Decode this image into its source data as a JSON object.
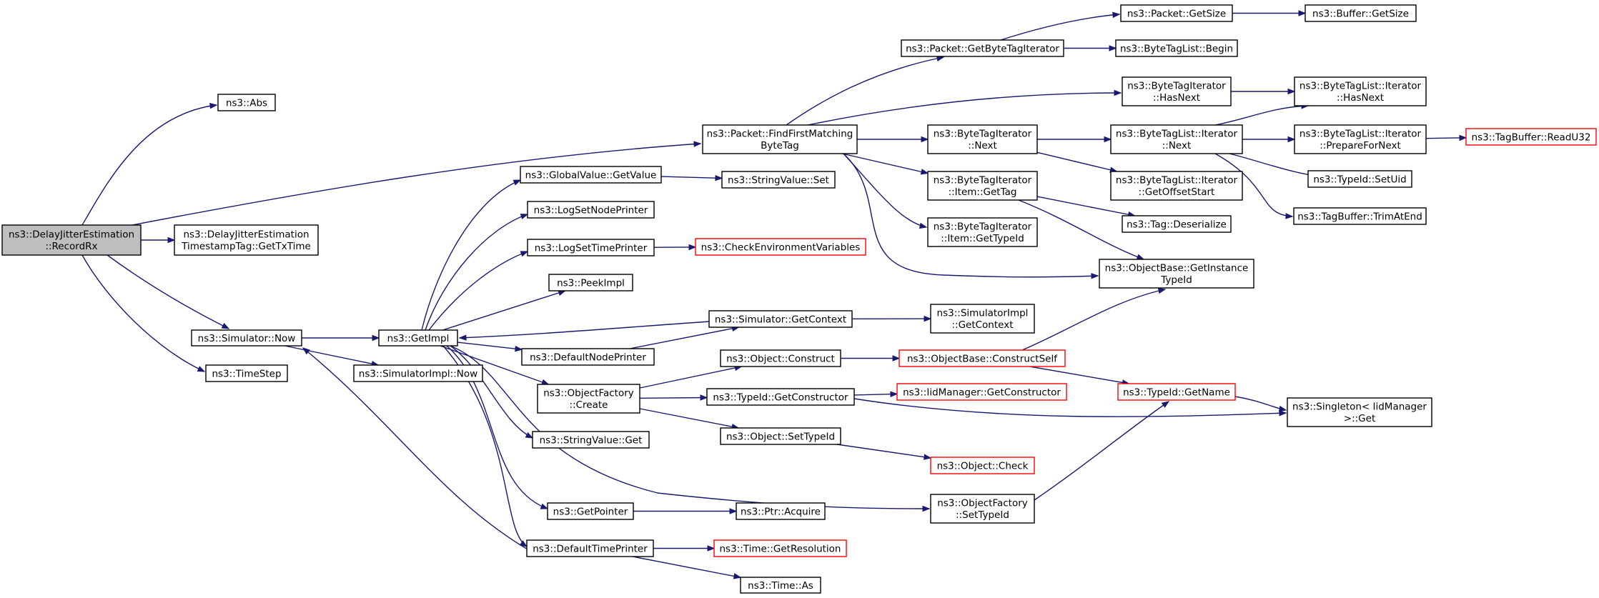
{
  "graph": {
    "nodes": [
      {
        "id": "recordrx",
        "lines": [
          "ns3::DelayJitterEstimation",
          "::RecordRx"
        ],
        "style": "root"
      },
      {
        "id": "abs",
        "lines": [
          "ns3::Abs"
        ],
        "style": "normal"
      },
      {
        "id": "gettxtime",
        "lines": [
          "ns3::DelayJitterEstimation",
          "TimestampTag::GetTxTime"
        ],
        "style": "normal"
      },
      {
        "id": "simnow",
        "lines": [
          "ns3::Simulator::Now"
        ],
        "style": "normal"
      },
      {
        "id": "timestep",
        "lines": [
          "ns3::TimeStep"
        ],
        "style": "normal"
      },
      {
        "id": "getimpl",
        "lines": [
          "ns3::GetImpl"
        ],
        "style": "normal"
      },
      {
        "id": "simimplnow",
        "lines": [
          "ns3::SimulatorImpl::Now"
        ],
        "style": "normal"
      },
      {
        "id": "globalgetvalue",
        "lines": [
          "ns3::GlobalValue::GetValue"
        ],
        "style": "normal"
      },
      {
        "id": "logsetnode",
        "lines": [
          "ns3::LogSetNodePrinter"
        ],
        "style": "normal"
      },
      {
        "id": "logsettime",
        "lines": [
          "ns3::LogSetTimePrinter"
        ],
        "style": "normal"
      },
      {
        "id": "peekimpl",
        "lines": [
          "ns3::PeekImpl"
        ],
        "style": "normal"
      },
      {
        "id": "defaultnode",
        "lines": [
          "ns3::DefaultNodePrinter"
        ],
        "style": "normal"
      },
      {
        "id": "ofcreate",
        "lines": [
          "ns3::ObjectFactory",
          "::Create"
        ],
        "style": "normal"
      },
      {
        "id": "strget",
        "lines": [
          "ns3::StringValue::Get"
        ],
        "style": "normal"
      },
      {
        "id": "getpointer",
        "lines": [
          "ns3::GetPointer"
        ],
        "style": "normal"
      },
      {
        "id": "defaulttime",
        "lines": [
          "ns3::DefaultTimePrinter"
        ],
        "style": "normal"
      },
      {
        "id": "findfirst",
        "lines": [
          "ns3::Packet::FindFirstMatching",
          "ByteTag"
        ],
        "style": "normal"
      },
      {
        "id": "strset",
        "lines": [
          "ns3::StringValue::Set"
        ],
        "style": "normal"
      },
      {
        "id": "checkenv",
        "lines": [
          "ns3::CheckEnvironmentVariables"
        ],
        "style": "red"
      },
      {
        "id": "simgetctx",
        "lines": [
          "ns3::Simulator::GetContext"
        ],
        "style": "normal"
      },
      {
        "id": "objconstruct",
        "lines": [
          "ns3::Object::Construct"
        ],
        "style": "normal"
      },
      {
        "id": "typegetctor",
        "lines": [
          "ns3::TypeId::GetConstructor"
        ],
        "style": "normal"
      },
      {
        "id": "objsettype",
        "lines": [
          "ns3::Object::SetTypeId"
        ],
        "style": "normal"
      },
      {
        "id": "ptracquire",
        "lines": [
          "ns3::Ptr::Acquire"
        ],
        "style": "normal"
      },
      {
        "id": "timeres",
        "lines": [
          "ns3::Time::GetResolution"
        ],
        "style": "red"
      },
      {
        "id": "timeas",
        "lines": [
          "ns3::Time::As"
        ],
        "style": "normal"
      },
      {
        "id": "getbytetagiter",
        "lines": [
          "ns3::Packet::GetByteTagIterator"
        ],
        "style": "normal"
      },
      {
        "id": "btinext",
        "lines": [
          "ns3::ByteTagIterator",
          "::Next"
        ],
        "style": "normal"
      },
      {
        "id": "btiitemgettag",
        "lines": [
          "ns3::ByteTagIterator",
          "::Item::GetTag"
        ],
        "style": "normal"
      },
      {
        "id": "btiitemgettypeid",
        "lines": [
          "ns3::ByteTagIterator",
          "::Item::GetTypeId"
        ],
        "style": "normal"
      },
      {
        "id": "simimplgetctx",
        "lines": [
          "ns3::SimulatorImpl",
          "::GetContext"
        ],
        "style": "normal"
      },
      {
        "id": "obconstructself",
        "lines": [
          "ns3::ObjectBase::ConstructSelf"
        ],
        "style": "red"
      },
      {
        "id": "iidgetctor",
        "lines": [
          "ns3::IidManager::GetConstructor"
        ],
        "style": "red"
      },
      {
        "id": "objcheck",
        "lines": [
          "ns3::Object::Check"
        ],
        "style": "red"
      },
      {
        "id": "ofsettypeid",
        "lines": [
          "ns3::ObjectFactory",
          "::SetTypeId"
        ],
        "style": "normal"
      },
      {
        "id": "pktgetsize",
        "lines": [
          "ns3::Packet::GetSize"
        ],
        "style": "normal"
      },
      {
        "id": "btlbegin",
        "lines": [
          "ns3::ByteTagList::Begin"
        ],
        "style": "normal"
      },
      {
        "id": "btihasnext",
        "lines": [
          "ns3::ByteTagIterator",
          "::HasNext"
        ],
        "style": "normal"
      },
      {
        "id": "btlinext",
        "lines": [
          "ns3::ByteTagList::Iterator",
          "::Next"
        ],
        "style": "normal"
      },
      {
        "id": "btligetoffset",
        "lines": [
          "ns3::ByteTagList::Iterator",
          "::GetOffsetStart"
        ],
        "style": "normal"
      },
      {
        "id": "tagdeser",
        "lines": [
          "ns3::Tag::Deserialize"
        ],
        "style": "normal"
      },
      {
        "id": "obgetinstance",
        "lines": [
          "ns3::ObjectBase::GetInstance",
          "TypeId"
        ],
        "style": "normal"
      },
      {
        "id": "typegetname",
        "lines": [
          "ns3::TypeId::GetName"
        ],
        "style": "red"
      },
      {
        "id": "bufgetsize",
        "lines": [
          "ns3::Buffer::GetSize"
        ],
        "style": "normal"
      },
      {
        "id": "btlihasnext",
        "lines": [
          "ns3::ByteTagList::Iterator",
          "::HasNext"
        ],
        "style": "normal"
      },
      {
        "id": "btliprep",
        "lines": [
          "ns3::ByteTagList::Iterator",
          "::PrepareForNext"
        ],
        "style": "normal"
      },
      {
        "id": "typesetuid",
        "lines": [
          "ns3::TypeId::SetUid"
        ],
        "style": "normal"
      },
      {
        "id": "tagbuftrim",
        "lines": [
          "ns3::TagBuffer::TrimAtEnd"
        ],
        "style": "normal"
      },
      {
        "id": "singletonget",
        "lines": [
          "ns3::Singleton< IidManager",
          " >::Get"
        ],
        "style": "normal"
      },
      {
        "id": "tagbufread",
        "lines": [
          "ns3::TagBuffer::ReadU32"
        ],
        "style": "red"
      }
    ],
    "edges": [
      [
        "recordrx",
        "abs"
      ],
      [
        "recordrx",
        "findfirst"
      ],
      [
        "recordrx",
        "gettxtime"
      ],
      [
        "recordrx",
        "simnow"
      ],
      [
        "recordrx",
        "timestep"
      ],
      [
        "simnow",
        "getimpl"
      ],
      [
        "simnow",
        "simimplnow"
      ],
      [
        "getimpl",
        "globalgetvalue"
      ],
      [
        "getimpl",
        "logsetnode"
      ],
      [
        "getimpl",
        "logsettime"
      ],
      [
        "getimpl",
        "peekimpl"
      ],
      [
        "getimpl",
        "defaultnode"
      ],
      [
        "getimpl",
        "ofcreate"
      ],
      [
        "getimpl",
        "strget"
      ],
      [
        "getimpl",
        "getpointer"
      ],
      [
        "getimpl",
        "defaulttime"
      ],
      [
        "getimpl",
        "ofsettypeid"
      ],
      [
        "globalgetvalue",
        "strset"
      ],
      [
        "logsettime",
        "checkenv"
      ],
      [
        "simgetctx",
        "getimpl"
      ],
      [
        "simgetctx",
        "simimplgetctx"
      ],
      [
        "defaultnode",
        "simgetctx"
      ],
      [
        "defaulttime",
        "simnow"
      ],
      [
        "defaulttime",
        "timeres"
      ],
      [
        "defaulttime",
        "timeas"
      ],
      [
        "ofcreate",
        "objconstruct"
      ],
      [
        "ofcreate",
        "typegetctor"
      ],
      [
        "ofcreate",
        "objsettype"
      ],
      [
        "objconstruct",
        "obconstructself"
      ],
      [
        "typegetctor",
        "iidgetctor"
      ],
      [
        "typegetctor",
        "singletonget"
      ],
      [
        "objsettype",
        "objcheck"
      ],
      [
        "getpointer",
        "ptracquire"
      ],
      [
        "ofsettypeid",
        "typegetname"
      ],
      [
        "obconstructself",
        "obgetinstance"
      ],
      [
        "obconstructself",
        "typegetname"
      ],
      [
        "typegetname",
        "singletonget"
      ],
      [
        "findfirst",
        "getbytetagiter"
      ],
      [
        "findfirst",
        "btihasnext"
      ],
      [
        "findfirst",
        "btinext"
      ],
      [
        "findfirst",
        "btiitemgettag"
      ],
      [
        "findfirst",
        "btiitemgettypeid"
      ],
      [
        "findfirst",
        "obgetinstance"
      ],
      [
        "getbytetagiter",
        "pktgetsize"
      ],
      [
        "getbytetagiter",
        "btlbegin"
      ],
      [
        "pktgetsize",
        "bufgetsize"
      ],
      [
        "btihasnext",
        "btlihasnext"
      ],
      [
        "btinext",
        "btlinext"
      ],
      [
        "btinext",
        "btligetoffset"
      ],
      [
        "btiitemgettag",
        "tagdeser"
      ],
      [
        "btiitemgettag",
        "obgetinstance"
      ],
      [
        "btlinext",
        "btlihasnext"
      ],
      [
        "btlinext",
        "btliprep"
      ],
      [
        "btlinext",
        "typesetuid"
      ],
      [
        "btlinext",
        "tagbuftrim"
      ],
      [
        "btliprep",
        "tagbufread"
      ]
    ]
  }
}
